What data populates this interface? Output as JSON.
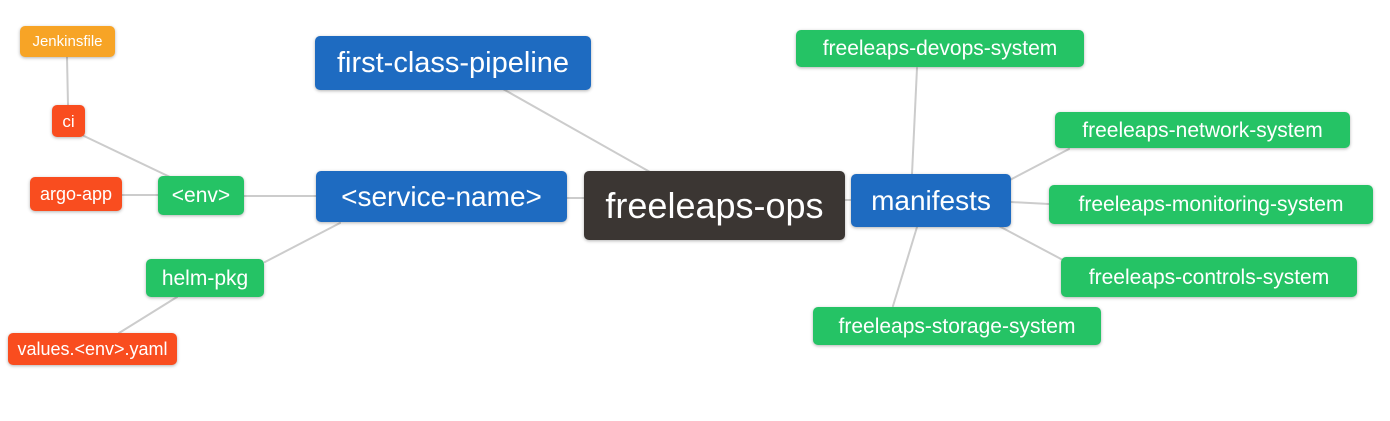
{
  "diagram": {
    "type": "mindmap",
    "root_label": "freeleaps-ops",
    "colors": {
      "root_node": "#3B3633",
      "branch_node": "#1E6BC1",
      "green_leaf": "#25C365",
      "red_leaf": "#F94D1F",
      "orange_leaf": "#F7A426",
      "edge": "#cccccc",
      "node_text": "#ffffff",
      "background": "#ffffff"
    },
    "nodes": {
      "root": {
        "label": "freeleaps-ops"
      },
      "first_class_pipeline": {
        "label": "first-class-pipeline"
      },
      "service_name": {
        "label": "<service-name>"
      },
      "manifests": {
        "label": "manifests"
      },
      "env": {
        "label": "<env>"
      },
      "helm_pkg": {
        "label": "helm-pkg"
      },
      "ci": {
        "label": "ci"
      },
      "argo_app": {
        "label": "argo-app"
      },
      "jenkinsfile": {
        "label": "Jenkinsfile"
      },
      "values_env_yaml": {
        "label": "values.<env>.yaml"
      },
      "devops_system": {
        "label": "freeleaps-devops-system"
      },
      "network_system": {
        "label": "freeleaps-network-system"
      },
      "monitoring_system": {
        "label": "freeleaps-monitoring-system"
      },
      "controls_system": {
        "label": "freeleaps-controls-system"
      },
      "storage_system": {
        "label": "freeleaps-storage-system"
      }
    },
    "edges": [
      "jenkinsfile-ci",
      "ci-env",
      "argo_app-env",
      "env-service_name",
      "service_name-helm_pkg",
      "helm_pkg-values_env_yaml",
      "first_class_pipeline-root",
      "service_name-root",
      "root-manifests",
      "manifests-devops_system",
      "manifests-network_system",
      "manifests-monitoring_system",
      "manifests-controls_system",
      "manifests-storage_system"
    ]
  }
}
